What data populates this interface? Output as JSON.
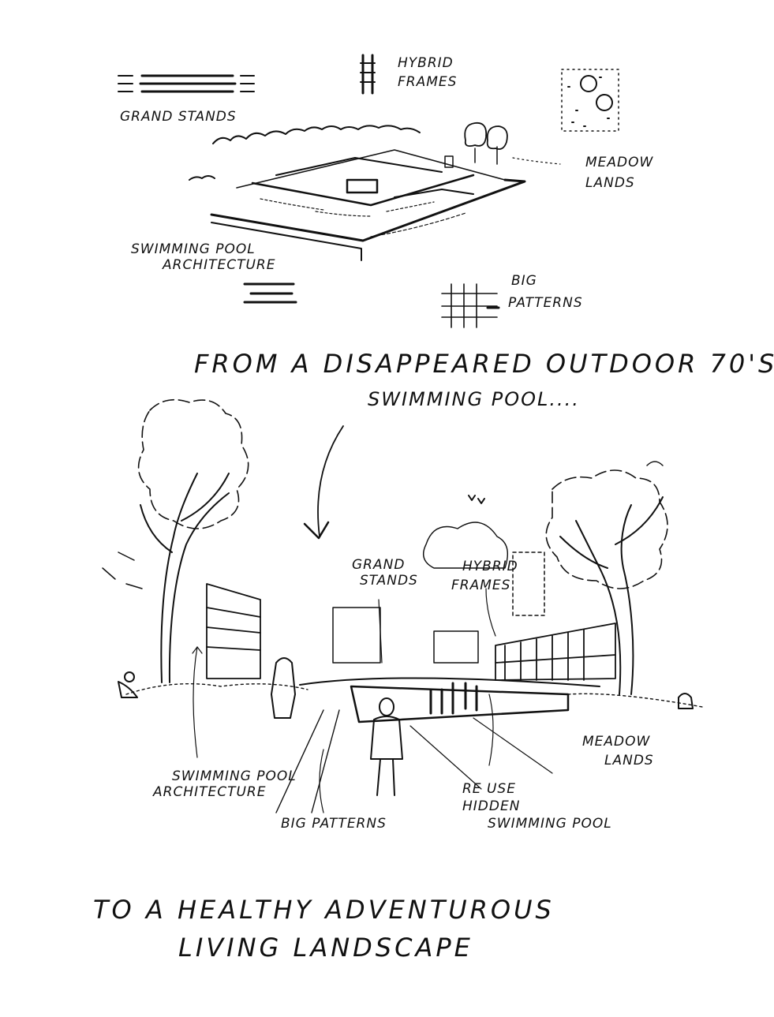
{
  "top_diagram": {
    "grand_stands": "Grand stands",
    "hybrid_frames_1": "Hybrid",
    "hybrid_frames_2": "Frames",
    "meadow_lands_1": "Meadow",
    "meadow_lands_2": "Lands",
    "swimming_pool_1": "Swimming pool",
    "swimming_pool_2": "Architecture",
    "big_patterns_1": "Big",
    "big_patterns_2": "Patterns"
  },
  "headline": {
    "line1": "From a disappeared outdoor 70's",
    "line2": "swimming pool...."
  },
  "perspective": {
    "grand_stands_1": "Grand",
    "grand_stands_2": "Stands",
    "hybrid_frames_1": "Hybrid",
    "hybrid_frames_2": "Frames",
    "meadow_lands_1": "Meadow",
    "meadow_lands_2": "Lands",
    "swimming_pool_1": "Swimming pool",
    "swimming_pool_2": "Architecture",
    "big_patterns": "Big patterns",
    "reuse_1": "Re use",
    "reuse_2": "hidden",
    "reuse_3": "swimming pool"
  },
  "footer": {
    "line1": "To a healthy adventurous",
    "line2": "living landscape"
  }
}
